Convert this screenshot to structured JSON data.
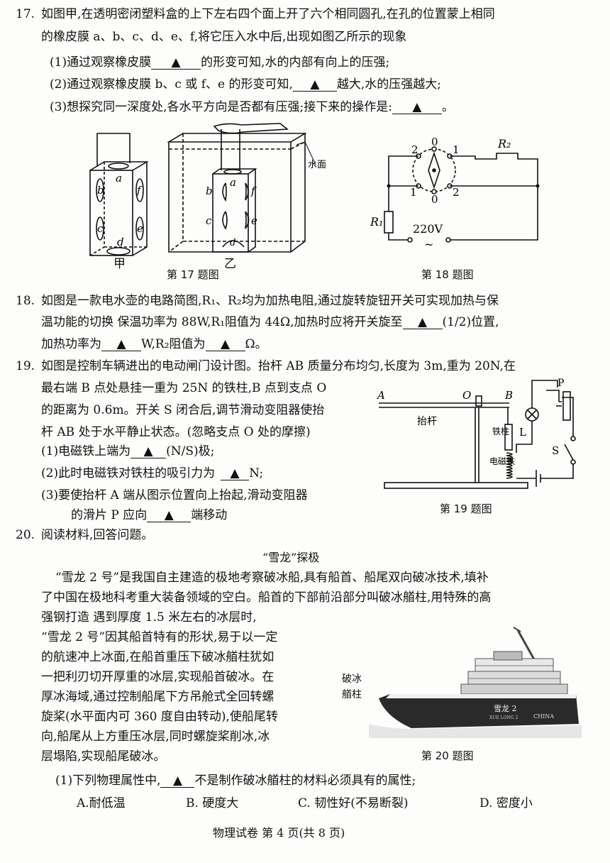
{
  "q17": {
    "num": "17.",
    "stem_l1": "如图甲,在透明密闭塑料盒的上下左右四个面上开了六个相同圆孔,在孔的位置蒙上相同",
    "stem_l2": "的橡皮膜 a、b、c、d、e、f,将它压入水中后,出现如图乙所示的现象",
    "p1_pre": "(1)通过观察橡皮膜",
    "p1_post": "的形变可知,水的内部有向上的压强;",
    "p2_pre": "(2)通过观察橡皮膜 b、c 或 f、e 的形变可知,",
    "p2_post": "越大,水的压强越大;",
    "p3_pre": "(3)想探究同一深度处,各水平方向是否都有压强;接下来的操作是:",
    "p3_post": "。",
    "fig_jia": "甲",
    "fig_yi": "乙",
    "water_label": "水面",
    "caption": "第 17 题图",
    "membranes": [
      "a",
      "b",
      "c",
      "d",
      "e",
      "f"
    ]
  },
  "q18": {
    "num": "18.",
    "l1": "如图是一款电水壶的电路简图,R₁、R₂均为加热电阻,通过旋转旋钮开关可实现加热与保",
    "l2": "温功能的切换  保温功率为 88W,R₁阻值为 44Ω,加热时应将开关旋至",
    "l2_post": "(1/2)位置,",
    "l3_pre": "加热功率为",
    "l3_mid": "W,R₂阻值为",
    "l3_post": "Ω。",
    "caption": "第 18 题图",
    "r1": "R₁",
    "r2": "R₂",
    "voltage": "220V",
    "ac": "~",
    "terminals": [
      "2",
      "0",
      "1",
      "1",
      "0",
      "2"
    ]
  },
  "q19": {
    "num": "19.",
    "l1": "如图是控制车辆进出的电动闸门设计图。抬杆 AB 质量分布均匀,长度为 3m,重为 20N,在",
    "l2": "最右端 B 点处悬挂一重为 25N 的铁柱,B 点到支点 O",
    "l3": "的距离为 0.6m。开关 S 闭合后,调节滑动变阻器使抬",
    "l4": "杆 AB 处于水平静止状态。(忽略支点 O 处的摩擦)",
    "p1_pre": "(1)电磁铁上端为",
    "p1_post": "(N/S)极;",
    "p2_pre": "(2)此时电磁铁对铁柱的吸引力为",
    "p2_post": "N;",
    "p3_pre": "(3)要使抬杆 A 端从图示位置向上抬起,滑动变阻器",
    "p3_l2_pre": "的滑片 P 应向",
    "p3_l2_post": "端移动",
    "caption": "第 19 题图",
    "labels": {
      "A": "A",
      "O": "O",
      "B": "B",
      "bar": "抬杆",
      "iron": "铁柱",
      "magnet": "电磁铁",
      "P": "P",
      "L": "L",
      "S": "S"
    }
  },
  "q20": {
    "num": "20.",
    "intro": "阅读材料,回答问题。",
    "title": "“雪龙”探极",
    "para_l1": "“雪龙 2 号”是我国自主建造的极地考察破冰船,具有船首、船尾双向破冰技术,填补",
    "para_l2": "了中国在极地科考重大装备领域的空白。船首的下部前沿部分叫破冰艏柱,用特殊的高",
    "para_l3": "强钢打造  遇到厚度 1.5 米左右的冰层时,",
    "para_l4": "“雪龙 2 号”因其船首特有的形状,易于以一定",
    "para_l5": "的航速冲上冰面,在船首重压下破冰艏柱犹如",
    "para_l6": "一把利刃切开厚重的冰层,实现船首破冰。在",
    "para_l7": "厚冰海域,通过控制船尾下方吊舱式全回转螺",
    "para_l8": "旋桨(水平面内可 360 度自由转动),使船尾转",
    "para_l9": "向,船尾从上方重压冰层,同时螺旋桨削冰,冰",
    "para_l10": "层塌陷,实现船尾破冰。",
    "ship_label_1": "破冰",
    "ship_label_2": "艏柱",
    "ship_name": "雪龙 2",
    "ship_name_en": "XUE LONG 2",
    "ship_flag": "CHINA",
    "caption": "第 20 题图",
    "q1_pre": "(1)下列物理属性中,",
    "q1_post": "不是制作破冰艏柱的材料必须具有的属性;",
    "options": [
      "A.耐低温",
      "B. 硬度大",
      "C. 韧性好(不易断裂)",
      "D. 密度小"
    ]
  },
  "answer_mark": "▲",
  "footer": "物理试卷 第 4 页(共 8 页)"
}
